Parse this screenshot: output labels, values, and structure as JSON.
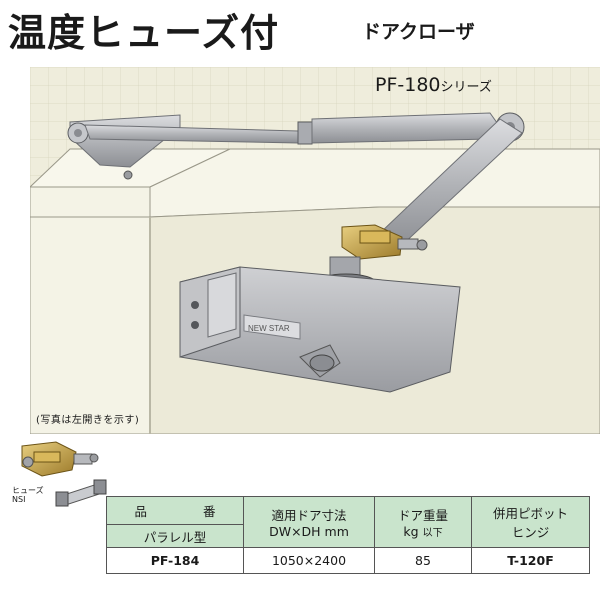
{
  "header": {
    "title": "温度ヒューズ付",
    "subtitle": "ドアクローザ"
  },
  "photo": {
    "series_main": "PF-180",
    "series_suffix": "シリーズ",
    "note": "(写真は左開きを示す)",
    "body_logo": "NEW STAR"
  },
  "fuse": {
    "label_line1": "ヒューズ",
    "label_line2": "NSI"
  },
  "spec_table": {
    "h_model_a": "品",
    "h_model_b": "番",
    "h_type": "パラレル型",
    "h_size_1": "適用ドア寸法",
    "h_size_2": "DW×DH mm",
    "h_weight_1": "ドア重量",
    "h_weight_2": "kg",
    "h_weight_unit": "以下",
    "h_hinge_1": "併用ピボット",
    "h_hinge_2": "ヒンジ",
    "model": "PF-184",
    "size": "1050×2400",
    "weight": "85",
    "hinge": "T-120F"
  },
  "colors": {
    "table_header_bg": "#c9e4cc",
    "metal": "#b5b7bb",
    "wall": "#ebe9d7"
  }
}
